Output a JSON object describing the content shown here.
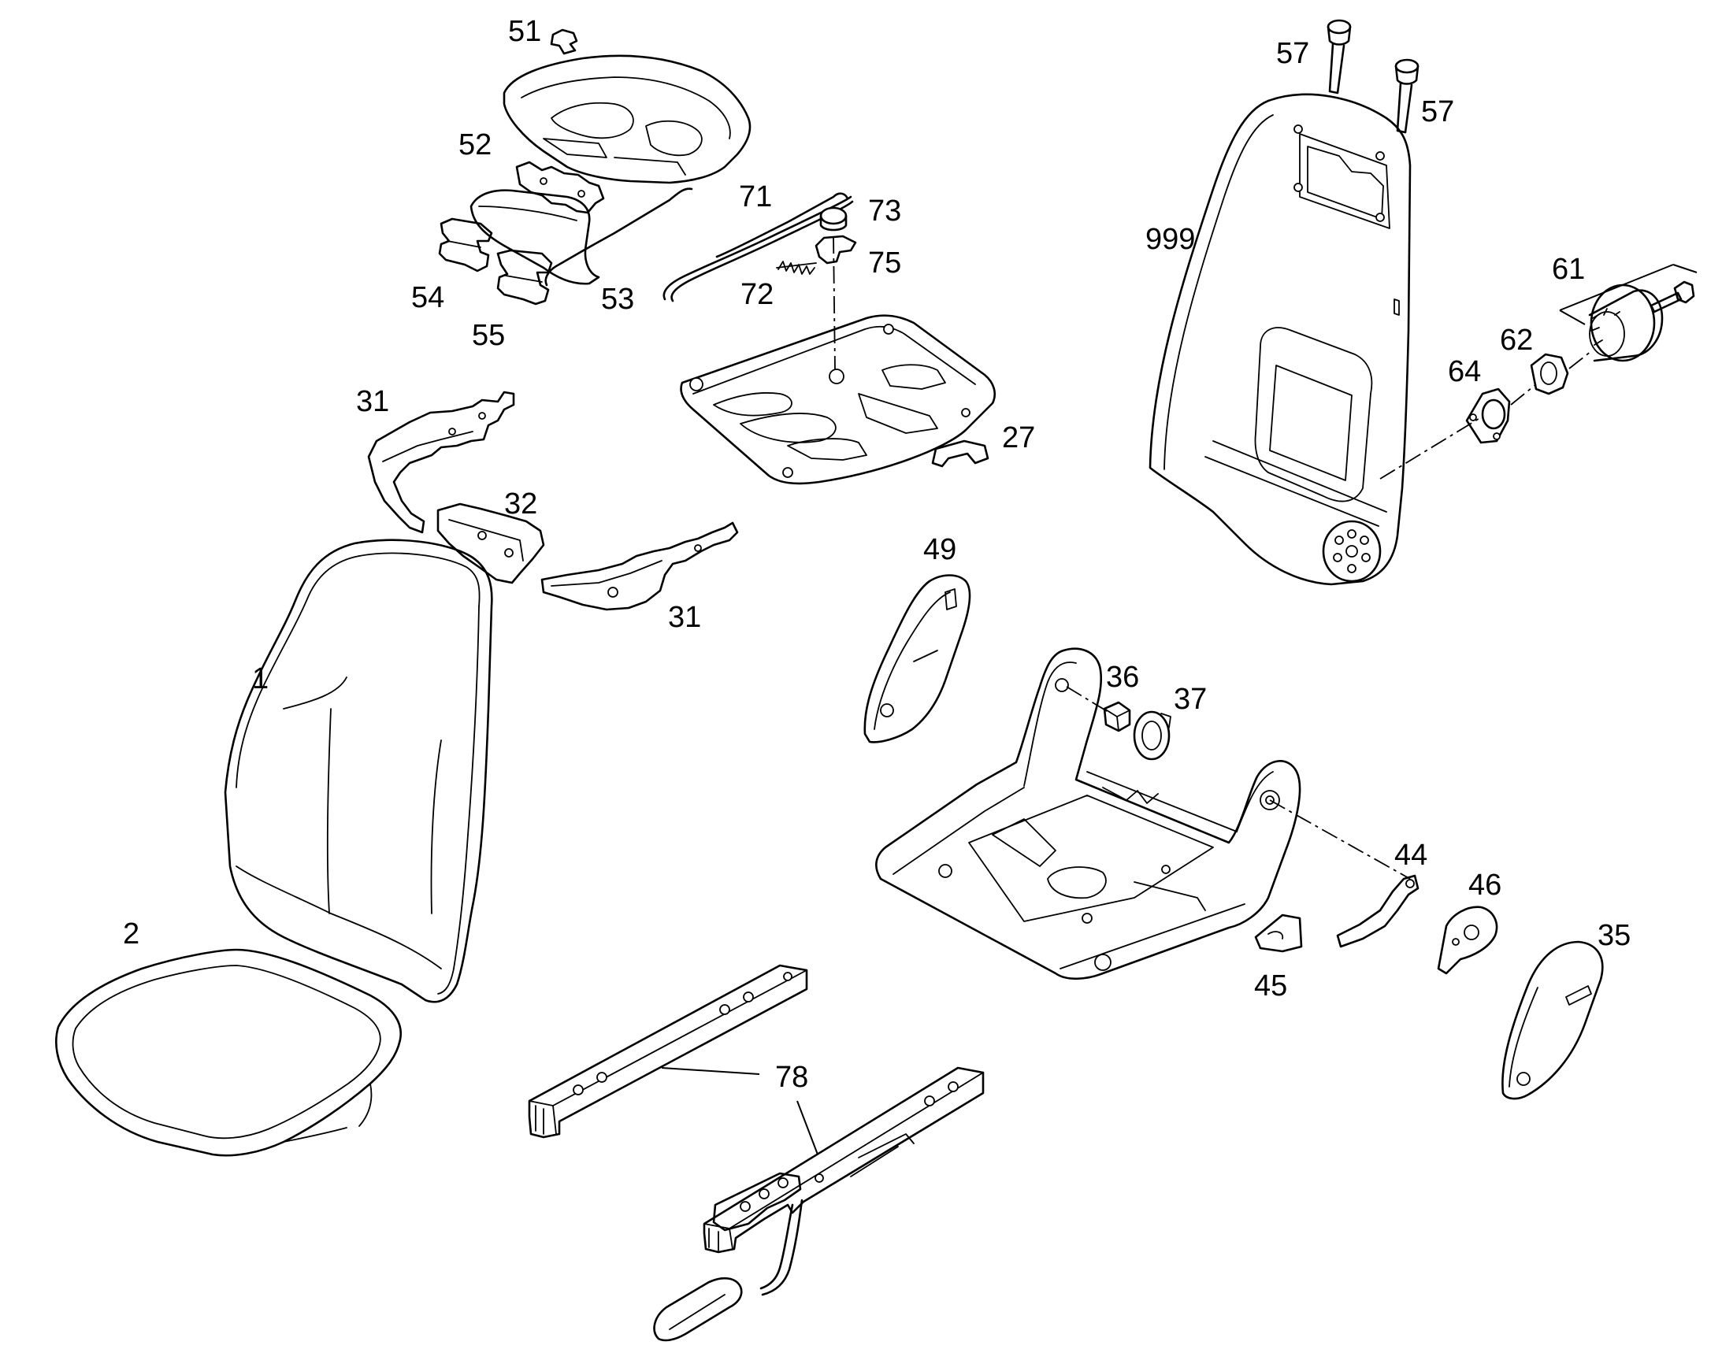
{
  "callouts": {
    "c1": "1",
    "c2": "2",
    "c27": "27",
    "c31a": "31",
    "c31b": "31",
    "c32": "32",
    "c35": "35",
    "c36": "36",
    "c37": "37",
    "c44": "44",
    "c45": "45",
    "c46": "46",
    "c49": "49",
    "c51": "51",
    "c52": "52",
    "c53": "53",
    "c54": "54",
    "c55": "55",
    "c57a": "57",
    "c57b": "57",
    "c61": "61",
    "c62": "62",
    "c64": "64",
    "c71": "71",
    "c72": "72",
    "c73": "73",
    "c75": "75",
    "c78": "78",
    "c999": "999"
  }
}
